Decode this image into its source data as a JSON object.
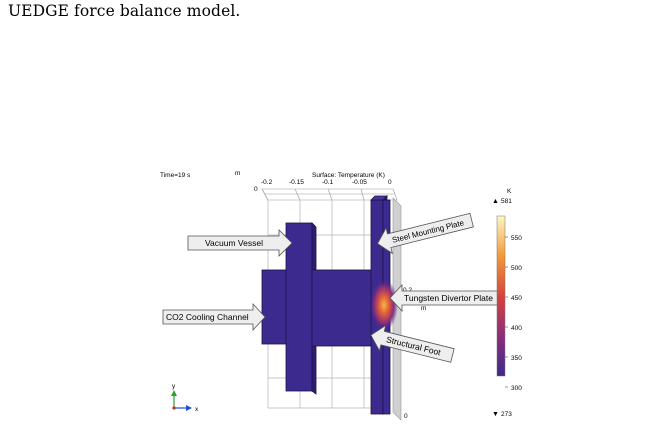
{
  "caption": {
    "text": "UEDGE force balance model."
  },
  "figure": {
    "time_label": "Time=19 s",
    "top_axis_unit": "m",
    "title": "Surface: Temperature (K)",
    "top_ticks": [
      "-0.2",
      "-0.15",
      "-0.1",
      "-0.05",
      "0"
    ],
    "left_tick_top": "0",
    "right_tick_mid": "0.2",
    "right_tick_unit": "m",
    "right_tick_bottom": "0",
    "axes_triad": {
      "y_label": "y",
      "x_label": "x"
    },
    "colorbar": {
      "unit": "K",
      "max_label": "581",
      "min_label": "273",
      "max_marker": "▲",
      "min_marker": "▼",
      "ticks": [
        "550",
        "500",
        "450",
        "400",
        "350",
        "300"
      ],
      "colors": {
        "low": "#3c2a8c",
        "mid_low": "#8c2d7a",
        "mid": "#d6433c",
        "mid_high": "#f39a3a",
        "high": "#fcf6c0"
      }
    },
    "callouts": [
      {
        "id": "vacuum-vessel",
        "text": "Vacuum Vessel"
      },
      {
        "id": "co2-cooling-channel",
        "text": "CO2 Cooling Channel"
      },
      {
        "id": "steel-mounting-plate",
        "text": "Steel Mounting Plate"
      },
      {
        "id": "tungsten-divertor-plate",
        "text": "Tungsten Divertor Plate"
      },
      {
        "id": "structural-foot",
        "text": "Structural Foot"
      }
    ],
    "colors": {
      "body": "#3d2a8f",
      "body_edge": "#1c1246",
      "hotspot": "#f5a03a",
      "callout_fill": "#eeeeee",
      "callout_edge": "#555555"
    }
  }
}
